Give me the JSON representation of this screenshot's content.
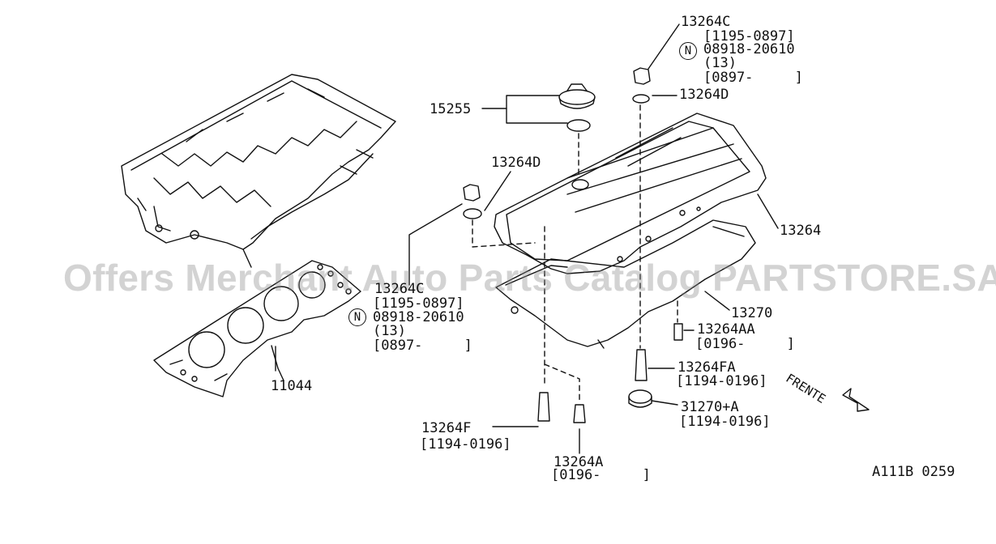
{
  "watermark": "Offers Merchant Auto Parts Catalog PARTSTORE.SA",
  "diagram_code": "A111B 0259",
  "direction_label": "FRENTE",
  "n_symbol": "N",
  "labels": {
    "p13264C_top": "13264C",
    "p13264C_top_range": "[1195-0897]",
    "p08918_top": "08918-20610",
    "p08918_top_qty": "(13)",
    "p08918_top_range": "[0897-     ]",
    "p13264D_top": "13264D",
    "p15255": "15255",
    "p13264D_mid": "13264D",
    "p13264": "13264",
    "p13264C_mid": "13264C",
    "p13264C_mid_range": "[1195-0897]",
    "p08918_mid": "08918-20610",
    "p08918_mid_qty": "(13)",
    "p08918_mid_range": "[0897-     ]",
    "p13270": "13270",
    "p13264AA": "13264AA",
    "p13264AA_range": "[0196-     ]",
    "p13264FA": "13264FA",
    "p13264FA_range": "[1194-0196]",
    "p31270A": "31270+A",
    "p31270A_range": "[1194-0196]",
    "p11044": "11044",
    "p13264F": "13264F",
    "p13264F_range": "[1194-0196]",
    "p13264A": "13264A",
    "p13264A_range": "[0196-     ]"
  }
}
